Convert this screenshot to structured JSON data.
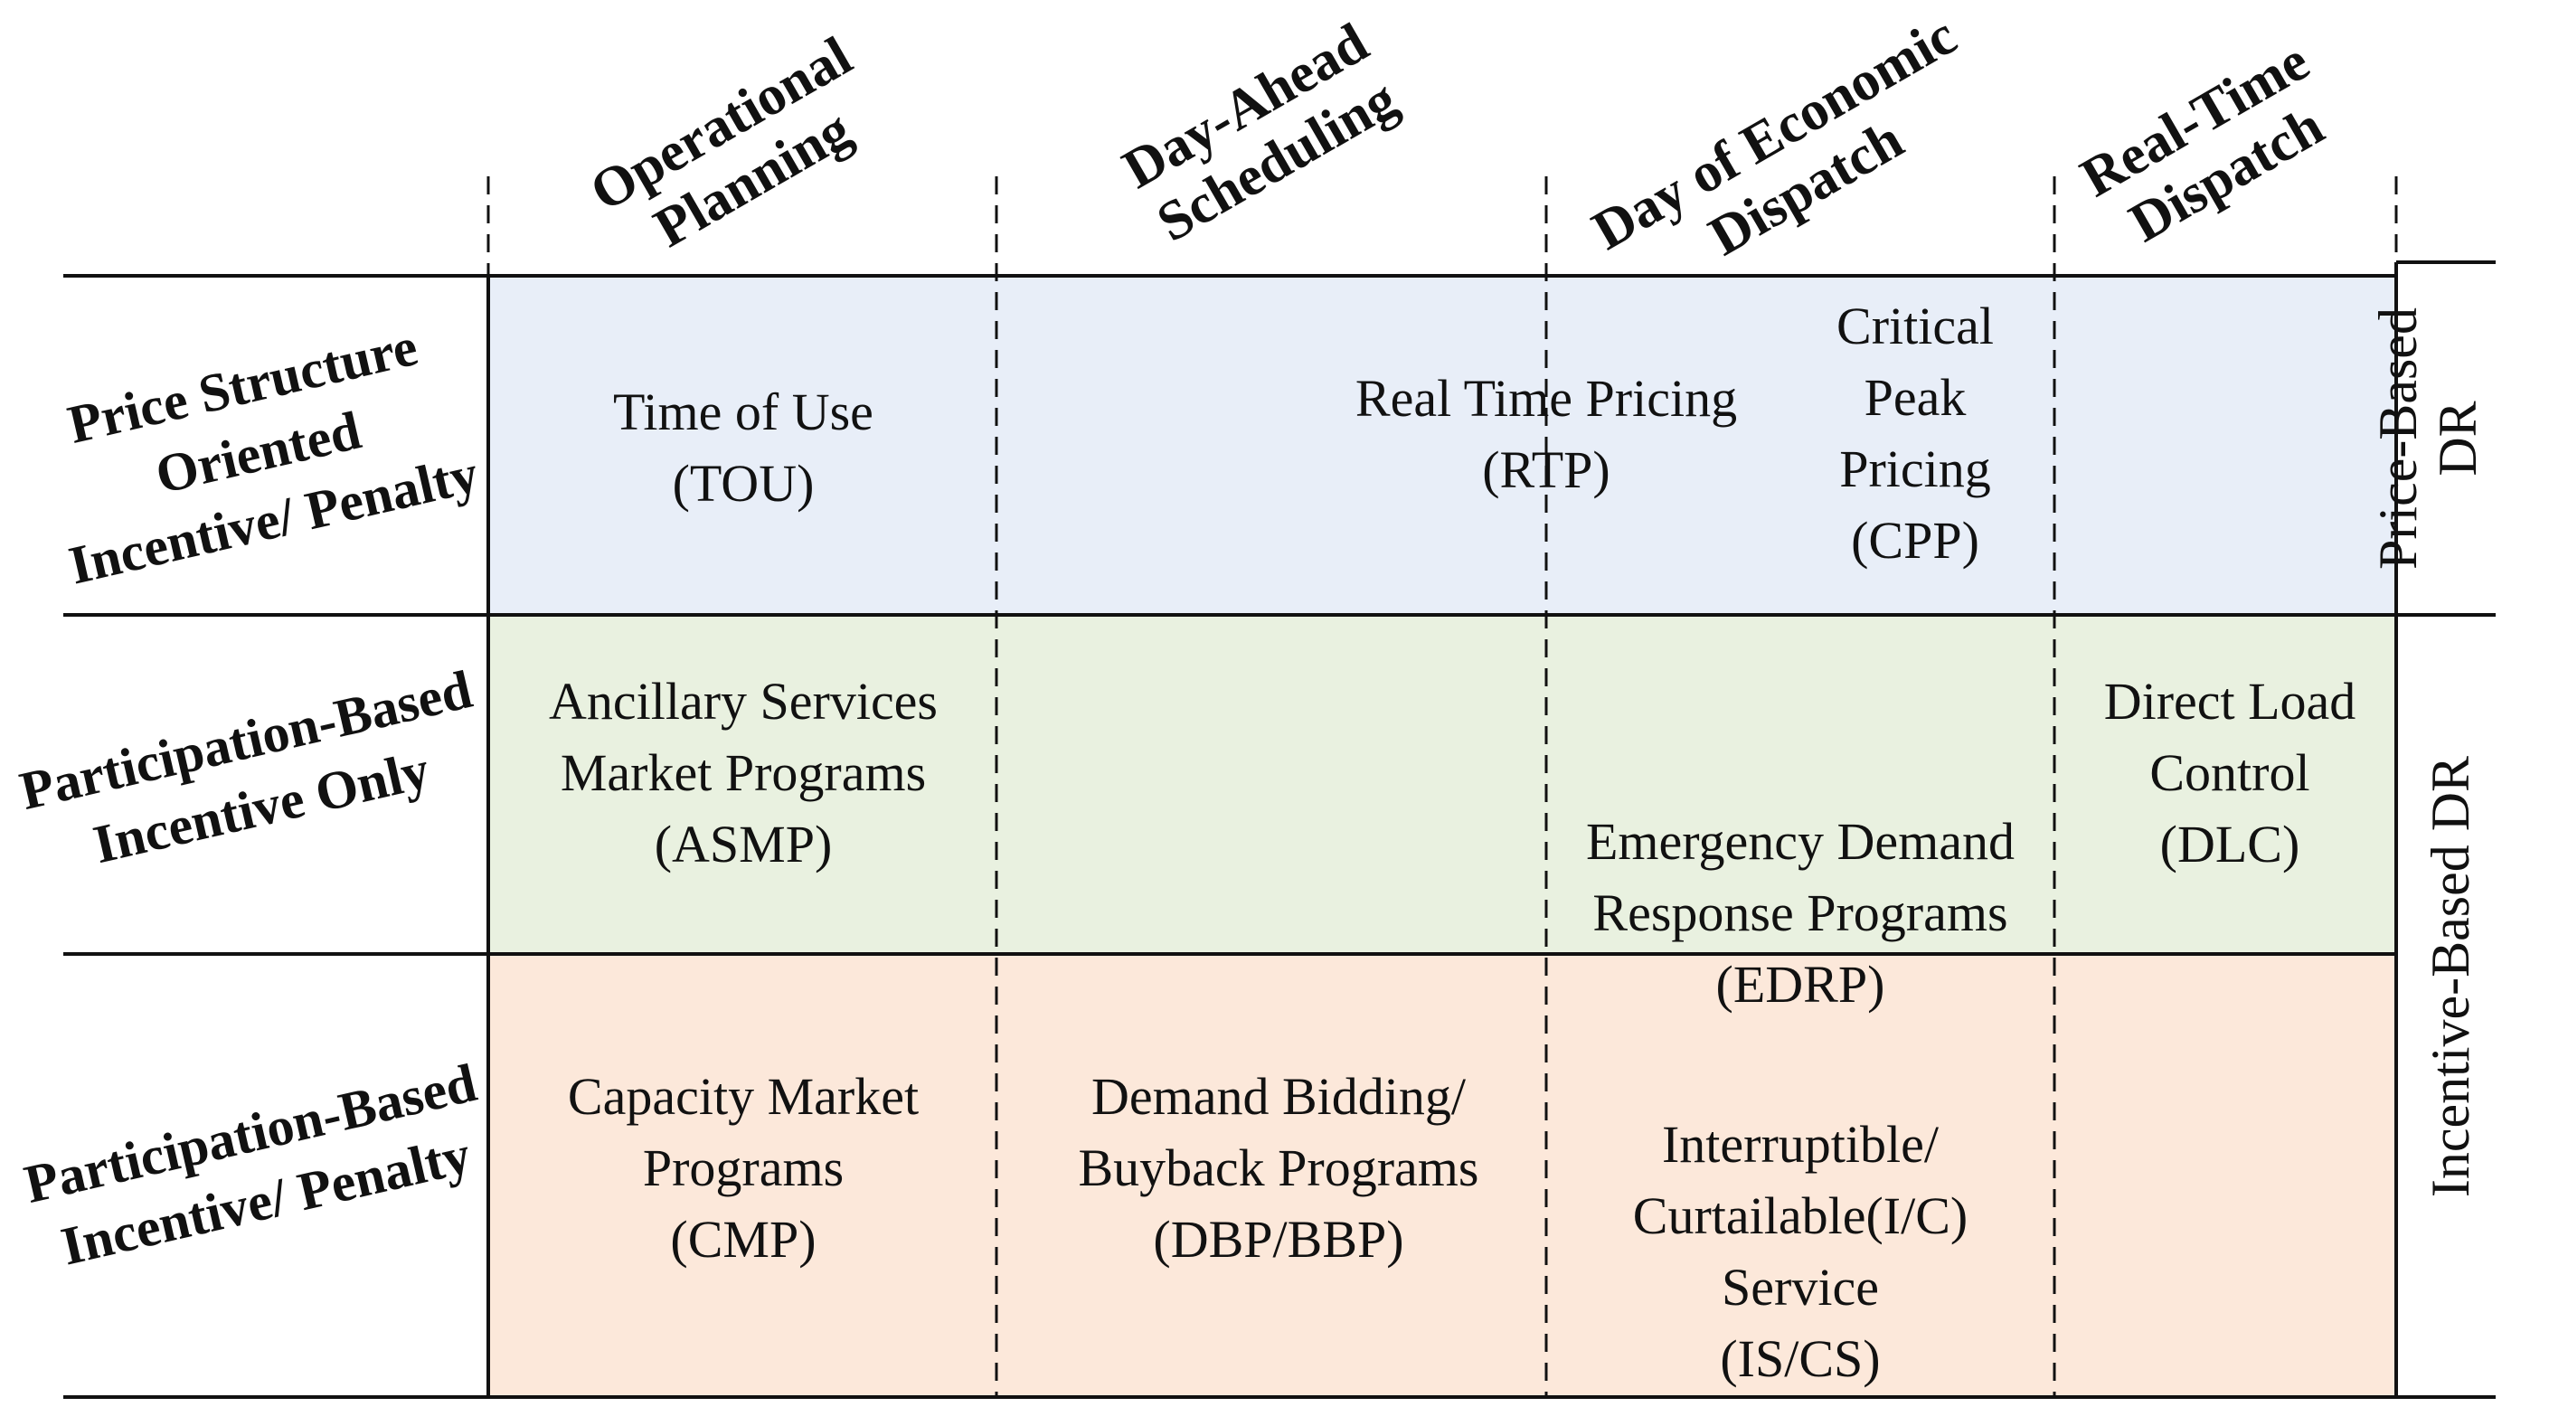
{
  "colors": {
    "price_row": "#e8eef8",
    "participation_incentive_row": "#e9f1e0",
    "participation_penalty_row": "#fce8da",
    "line": "#111111"
  },
  "columns": [
    {
      "lines": [
        "Operational",
        "Planning"
      ]
    },
    {
      "lines": [
        "Day-Ahead",
        "Scheduling"
      ]
    },
    {
      "lines": [
        "Day of Economic",
        "Dispatch"
      ]
    },
    {
      "lines": [
        "Real-Time",
        "Dispatch"
      ]
    }
  ],
  "rows": [
    {
      "lines": [
        "Price Structure",
        "Oriented",
        "Incentive/ Penalty"
      ]
    },
    {
      "lines": [
        "Participation-Based",
        "Incentive Only"
      ]
    },
    {
      "lines": [
        "Participation-Based",
        "Incentive/ Penalty"
      ]
    }
  ],
  "side_labels": [
    {
      "text": "Price-Based DR",
      "lines": [
        "Price-Based",
        "DR"
      ]
    },
    {
      "text": "Incentive-Based DR",
      "lines": [
        "Incentive-Based DR"
      ]
    }
  ],
  "programs": [
    {
      "lines": [
        "Time of Use",
        "(TOU)"
      ]
    },
    {
      "lines": [
        "Real Time Pricing",
        "(RTP)"
      ]
    },
    {
      "lines": [
        "Critical",
        "Peak",
        "Pricing",
        "(CPP)"
      ]
    },
    {
      "lines": [
        "Ancillary Services",
        "Market Programs",
        "(ASMP)"
      ]
    },
    {
      "lines": [
        "Direct Load",
        "Control",
        "(DLC)"
      ]
    },
    {
      "lines": [
        "Emergency Demand",
        "Response Programs",
        "(EDRP)"
      ]
    },
    {
      "lines": [
        "Capacity Market",
        "Programs",
        "(CMP)"
      ]
    },
    {
      "lines": [
        "Demand Bidding/",
        "Buyback Programs",
        "(DBP/BBP)"
      ]
    },
    {
      "lines": [
        "Interruptible/",
        "Curtailable(I/C)",
        "Service",
        "(IS/CS)"
      ]
    }
  ]
}
